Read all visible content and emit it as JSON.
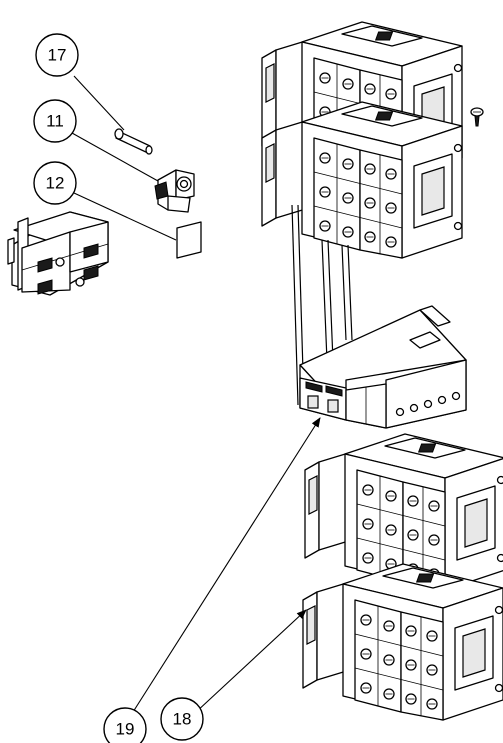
{
  "callouts": [
    {
      "id": "17",
      "label": "17"
    },
    {
      "id": "11",
      "label": "11"
    },
    {
      "id": "12",
      "label": "12"
    },
    {
      "id": "19",
      "label": "19"
    },
    {
      "id": "18",
      "label": "18"
    }
  ]
}
